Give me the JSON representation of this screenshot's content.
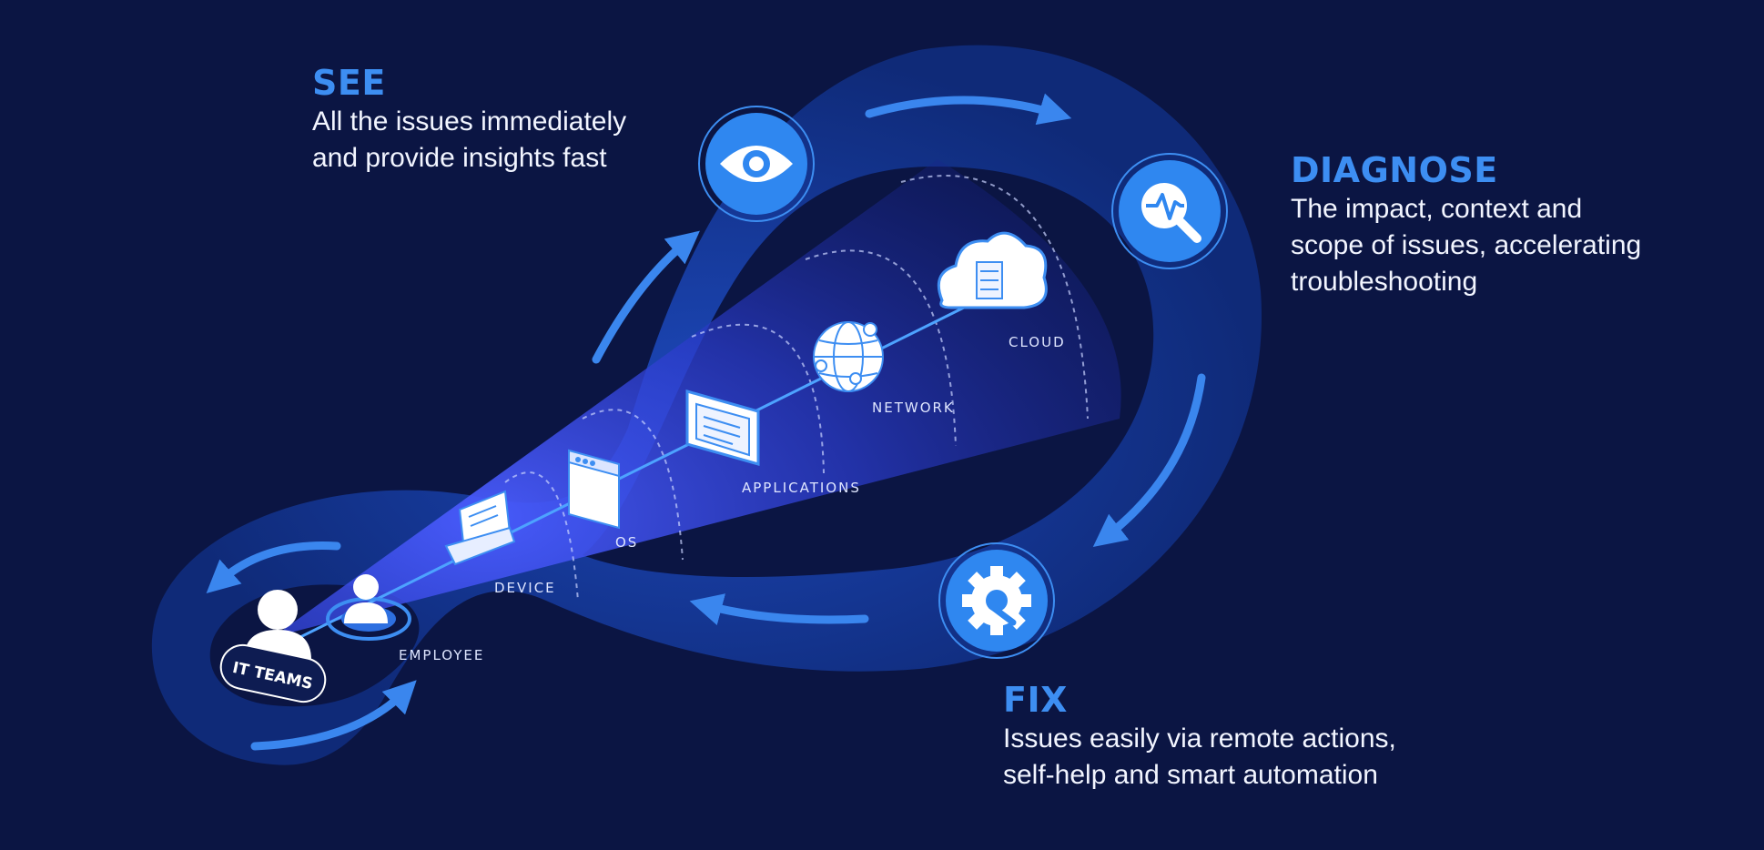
{
  "colors": {
    "background": "#0b1543",
    "accent": "#3d8ef2",
    "loop": "#12307e",
    "text": "#f2f5ff"
  },
  "stages": {
    "see": {
      "title": "SEE",
      "lines": [
        "All the issues immediately",
        "and provide insights fast"
      ],
      "icon": "eye-icon"
    },
    "diagnose": {
      "title": "DIAGNOSE",
      "lines": [
        "The impact, context and",
        "scope of issues, accelerating",
        "troubleshooting"
      ],
      "icon": "pulse-magnifier-icon"
    },
    "fix": {
      "title": "FIX",
      "lines": [
        "Issues easily via remote actions,",
        "self-help and smart automation"
      ],
      "icon": "gear-wrench-icon"
    }
  },
  "badge": {
    "label": "IT TEAMS"
  },
  "layers": {
    "employee": "EMPLOYEE",
    "device": "DEVICE",
    "os": "OS",
    "applications": "APPLICATIONS",
    "network": "NETWORK",
    "cloud": "CLOUD"
  }
}
